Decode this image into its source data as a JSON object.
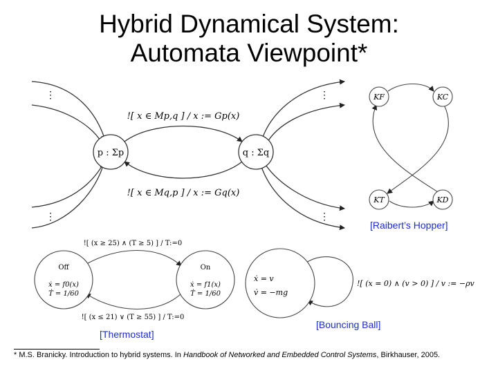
{
  "title": {
    "line1": "Hybrid Dynamical System:",
    "line2": "Automata Viewpoint*"
  },
  "main_diagram": {
    "node_p": "p :  Σp",
    "node_q": "q :  Σq",
    "edge_pq": "![ x ∈ Mp,q ] / x := Gp(x)",
    "edge_qp": "![ x ∈ Mq,p ] / x := Gq(x)",
    "dots": "⋮"
  },
  "raibert": {
    "nodes": [
      "KF",
      "KC",
      "KT",
      "KD"
    ],
    "caption": "[Raibert’s Hopper]"
  },
  "thermostat": {
    "off_label": "Off",
    "on_label": "On",
    "off_eq1": "ẋ = f0(x)",
    "off_eq2": "Ṫ = 1/60",
    "on_eq1": "ẋ = f1(x)",
    "on_eq2": "Ṫ = 1/60",
    "edge_top": "![ (x ≥ 25) ∧ (T ≥ 5) ] / T:=0",
    "edge_bottom": "![ (x ≤ 21) ∨ (T ≥ 55) ] / T:=0",
    "caption": "[Thermostat]"
  },
  "bouncing": {
    "eq1": "ẋ  =  v",
    "eq2": "v̇  =  −mg",
    "edge": "![ (x = 0) ∧ (v > 0) ] / v := −ρv",
    "caption": "[Bouncing Ball]"
  },
  "footnote": {
    "prefix": "*  M.S. Branicky.  Introduction to hybrid systems. In ",
    "book": "Handbook of Networked and Embedded Control Systems",
    "suffix": ", Birkhauser, 2005."
  }
}
